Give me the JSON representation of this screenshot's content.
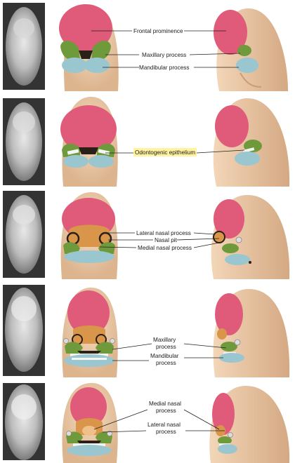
{
  "colors": {
    "frontal": "#e05a7a",
    "maxillary": "#6f9a3c",
    "mandibular": "#9ac6cf",
    "lateral_nasal": "#d9954a",
    "skin": "#efd0b0",
    "skin_shadow": "#d9b48f",
    "photo_bg": "#3a3a3a",
    "highlight": "#fff2a0"
  },
  "labels": {
    "frontal_prominence": "Frontal prominence",
    "maxillary_process": "Maxillary process",
    "mandibular_process": "Mandibular process",
    "odontogenic_epithelium": "Odontogenic epithelium",
    "lateral_nasal_process": "Lateral nasal process",
    "nasal_pit": "Nasal pit",
    "medial_nasal_process": "Medial nasal process",
    "maxillary_line1": "Maxillary",
    "maxillary_line2": "process",
    "mandibular_line1": "Mandibular",
    "mandibular_line2": "process",
    "medial_nasal_line1": "Medial nasal",
    "medial_nasal_line2": "process",
    "lateral_nasal_line1": "Lateral nasal",
    "lateral_nasal_line2": "process"
  }
}
